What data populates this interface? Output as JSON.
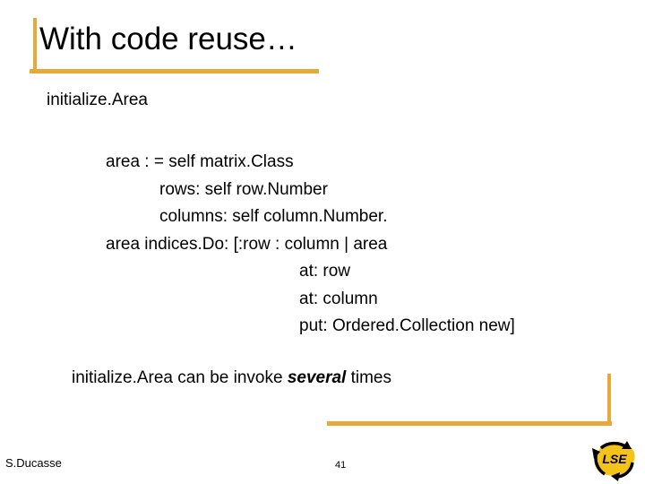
{
  "slide": {
    "title": "With code reuse…",
    "method_name": "initialize.Area",
    "code_lines": [
      {
        "text": "area : = self matrix.Class",
        "indent": 118
      },
      {
        "text": "rows: self row.Number",
        "indent": 178
      },
      {
        "text": "columns: self column.Number.",
        "indent": 178
      },
      {
        "text": "area indices.Do: [:row : column | area",
        "indent": 118
      },
      {
        "text": "at: row",
        "indent": 334
      },
      {
        "text": "at: column",
        "indent": 334
      },
      {
        "text": "put: Ordered.Collection new]",
        "indent": 334
      }
    ],
    "caption": {
      "before": "initialize.Area can be invoke ",
      "emphasis": "several",
      "after": " times"
    },
    "footer": {
      "author": "S.Ducasse",
      "page_number": "41",
      "logo_text": "LSE",
      "logo_name": "lse-recycle-logo"
    },
    "colors": {
      "accent_orange": "#e8a93a",
      "logo_yellow": "#f5c518",
      "text": "#000000",
      "background": "#ffffff"
    }
  }
}
